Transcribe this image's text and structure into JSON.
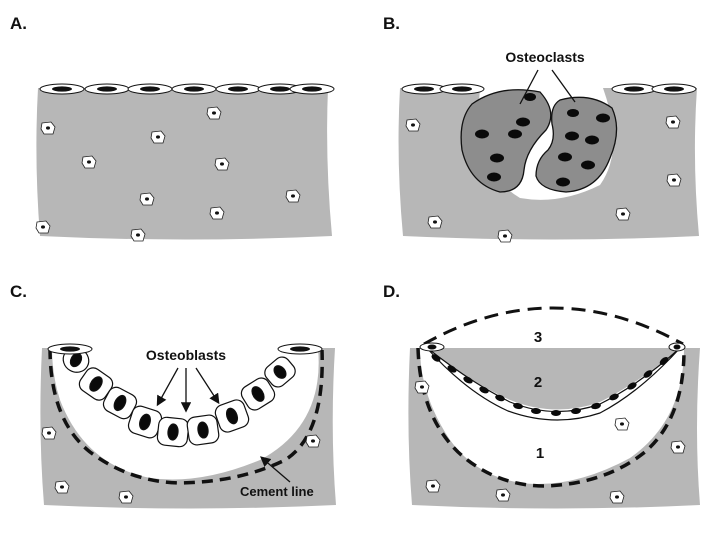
{
  "panels": [
    {
      "label": "A."
    },
    {
      "label": "B.",
      "annotation": "Osteoclasts"
    },
    {
      "label": "C.",
      "annotation": "Osteoblasts",
      "annotation2": "Cement line"
    },
    {
      "label": "D.",
      "labels": [
        "1",
        "2",
        "3"
      ]
    }
  ],
  "colors": {
    "bone": "#b7b7b7",
    "osteoclast": "#8d8d8d",
    "nucleus": "#0a0a0a",
    "cavity": "#ffffff",
    "outline": "#111111"
  }
}
